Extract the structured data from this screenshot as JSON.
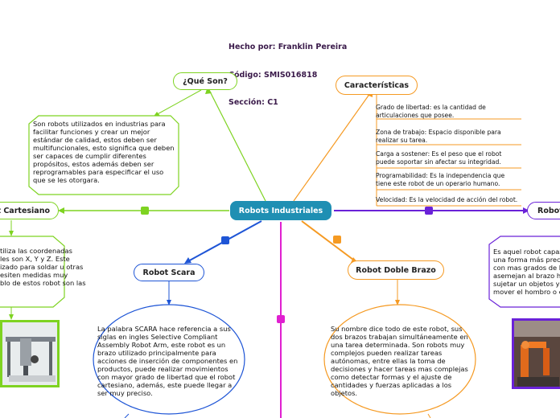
{
  "author": {
    "line1": "Hecho por: Franklin Pereira",
    "line2": "Código: SMIS016818",
    "line3": "Sección: C1"
  },
  "central_topic": "Robots Industriales",
  "que_son": {
    "title": "¿Qué Son?",
    "text": "Son robots utilizados en industrias para facilitar funciones y crear un mejor estándar de calidad, estos deben ser multifuncionales, esto significa que deben ser capaces de cumplir diferentes propósitos, estos además deben ser reprogramables para especificar el uso que se les otorgara."
  },
  "caracteristicas": {
    "title": "Características",
    "items": [
      "Grado de libertad: es la cantidad de articulaciones que posee.",
      "Zona de trabajo: Espacio disponible para realizar su tarea.",
      "Carga a sostener: Es el peso que el robot puede soportar sin afectar su integridad.",
      "Programabilidad: Es la independencia que tiene este robot de un operario humano.",
      "Velocidad: Es la velocidad de acción del robot."
    ]
  },
  "cartesiano": {
    "title": "t Cartesiano",
    "text": "tiliza las coordenadas\nles son X, Y y Z. Este\nizado para soldar u otras\nesiten medidas muy\nblo de estos robot son las"
  },
  "scara": {
    "title": "Robot Scara",
    "text": "La palabra SCARA hace referencia a sus siglas en ingles Selective Compliant Assembly Robot Arm, este robot es un brazo utilizado principalmente para acciones de inserción de componentes en productos, puede realizar movimientos con mayor grado de libertad que el robot cartesiano, además, este puede llegar a ser muy preciso."
  },
  "doble_brazo": {
    "title": "Robot Doble Brazo",
    "text": "Su nombre dice todo de este robot, sus dos brazos trabajan simultáneamente en una tarea determinada. Son robots muy complejos pueden realizar tareas autónomas, entre ellas la toma de decisiones y hacer tareas mas complejas como detectar formas y el ajuste de cantidades y fuerzas aplicadas a los objetos."
  },
  "antropomorfico": {
    "title": "Robot",
    "text": "Es aquel robot capaz\nuna forma más preci\ncon mas grados de li\nasemejan al brazo hu\nsujetar un objetos y\nmover el hombro o e"
  },
  "colors": {
    "central": "#1f8fb3",
    "green": "#7ed321",
    "orange": "#f59a23",
    "blue": "#1e55d6",
    "purple": "#6a22d8",
    "magenta": "#e020d0"
  }
}
